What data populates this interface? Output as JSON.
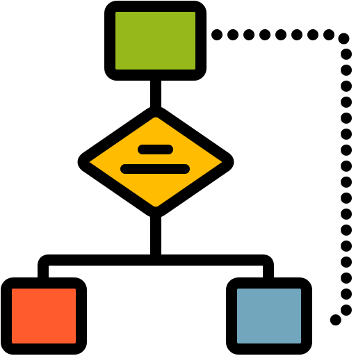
{
  "diagram": {
    "kind": "flowchart-icon",
    "nodes": [
      {
        "id": "top",
        "shape": "rectangle",
        "color": "#97B81A"
      },
      {
        "id": "decision",
        "shape": "diamond",
        "color": "#FFBC00"
      },
      {
        "id": "left",
        "shape": "rectangle",
        "color": "#FF5B2D"
      },
      {
        "id": "right",
        "shape": "rectangle",
        "color": "#72A6BD"
      }
    ],
    "edges": [
      {
        "from": "top",
        "to": "decision",
        "style": "solid"
      },
      {
        "from": "decision",
        "to": "left",
        "style": "solid"
      },
      {
        "from": "decision",
        "to": "right",
        "style": "solid"
      },
      {
        "from": "right",
        "to": "top",
        "style": "dotted"
      }
    ],
    "stroke_color": "#000000",
    "background": "#FFFFFF"
  }
}
